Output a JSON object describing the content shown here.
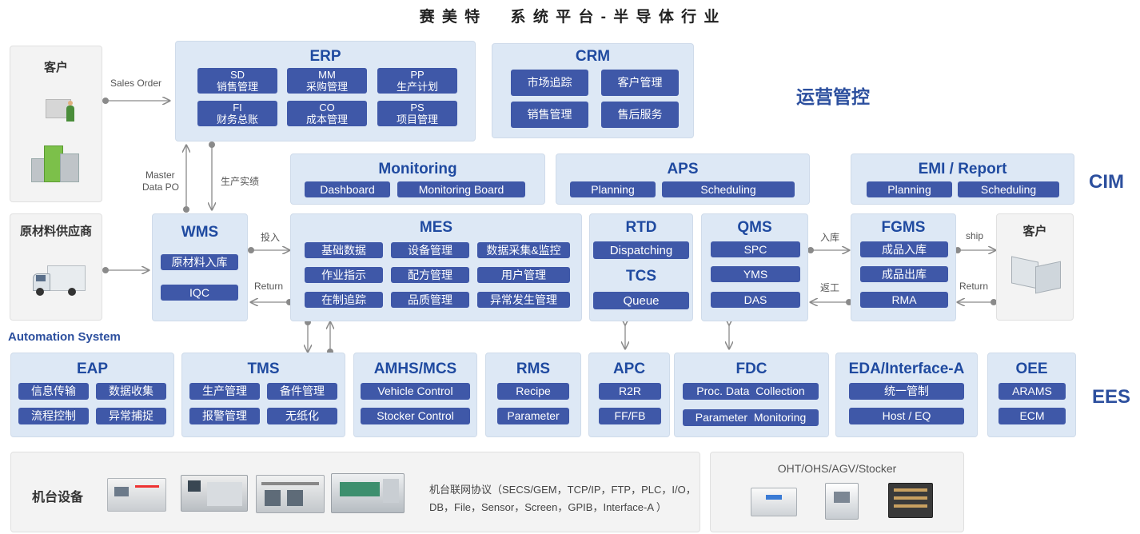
{
  "title": "赛 美 特     系 统 平 台 - 半 导 体 行 业",
  "sections": {
    "operation": "运营管控",
    "cim": "CIM",
    "ees": "EES",
    "automation": "Automation  System"
  },
  "erp": {
    "title": "ERP",
    "modules": [
      {
        "code": "SD",
        "name": "销售管理"
      },
      {
        "code": "MM",
        "name": "采购管理"
      },
      {
        "code": "PP",
        "name": "生产计划"
      },
      {
        "code": "FI",
        "name": "财务总账"
      },
      {
        "code": "CO",
        "name": "成本管理"
      },
      {
        "code": "PS",
        "name": "项目管理"
      }
    ]
  },
  "crm": {
    "title": "CRM",
    "items": [
      "市场追踪",
      "客户管理",
      "销售管理",
      "售后服务"
    ]
  },
  "customer_left": {
    "title": "客户"
  },
  "supplier": {
    "title": "原材料供应商"
  },
  "customer_right": {
    "title": "客户"
  },
  "monitoring": {
    "title": "Monitoring",
    "items": [
      "Dashboard",
      "Monitoring Board"
    ]
  },
  "aps": {
    "title": "APS",
    "items": [
      "Planning",
      "Scheduling"
    ]
  },
  "emi": {
    "title": "EMI / Report",
    "items": [
      "Planning",
      "Scheduling"
    ]
  },
  "wms": {
    "title": "WMS",
    "items": [
      "原材料入库",
      "IQC"
    ]
  },
  "mes": {
    "title": "MES",
    "items": [
      "基础数据",
      "设备管理",
      "数据采集&监控",
      "作业指示",
      "配方管理",
      "用户管理",
      "在制追踪",
      "品质管理",
      "异常发生管理"
    ]
  },
  "rtd": {
    "title": "RTD",
    "items": [
      "Dispatching"
    ]
  },
  "tcs": {
    "title": "TCS",
    "items": [
      "Queue"
    ]
  },
  "qms": {
    "title": "QMS",
    "items": [
      "SPC",
      "YMS",
      "DAS"
    ]
  },
  "fgms": {
    "title": "FGMS",
    "items": [
      "成品入库",
      "成品出库",
      "RMA"
    ]
  },
  "flow_labels": {
    "sales_order": "Sales Order",
    "master_data": [
      "Master",
      "Data PO"
    ],
    "production": "生产实绩",
    "input": "投入",
    "return_left": "Return",
    "warehouse_in": "入库",
    "rework": "返工",
    "ship": "ship",
    "return_right": "Return"
  },
  "eap": {
    "title": "EAP",
    "items": [
      "信息传输",
      "数据收集",
      "流程控制",
      "异常捕捉"
    ]
  },
  "tms": {
    "title": "TMS",
    "items": [
      "生产管理",
      "备件管理",
      "报警管理",
      "无纸化"
    ]
  },
  "amhs": {
    "title": "AMHS/MCS",
    "items": [
      "Vehicle Control",
      "Stocker Control"
    ]
  },
  "rms": {
    "title": "RMS",
    "items": [
      "Recipe",
      "Parameter"
    ]
  },
  "apc": {
    "title": "APC",
    "items": [
      "R2R",
      "FF/FB"
    ]
  },
  "fdc": {
    "title": "FDC",
    "items": [
      "Proc. Data  Collection",
      "Parameter  Monitoring"
    ]
  },
  "eda": {
    "title": "EDA/Interface-A",
    "items": [
      "统一管制",
      "Host / EQ"
    ]
  },
  "oee": {
    "title": "OEE",
    "items": [
      "ARAMS",
      "ECM"
    ]
  },
  "equipment": {
    "title": "机台设备",
    "protocol": [
      "机台联网协议（SECS/GEM，TCP/IP，FTP，PLC，I/O，",
      "DB，File，Sensor，Screen，GPIB，Interface-A ）"
    ]
  },
  "oht": {
    "title": "OHT/OHS/AGV/Stocker"
  }
}
